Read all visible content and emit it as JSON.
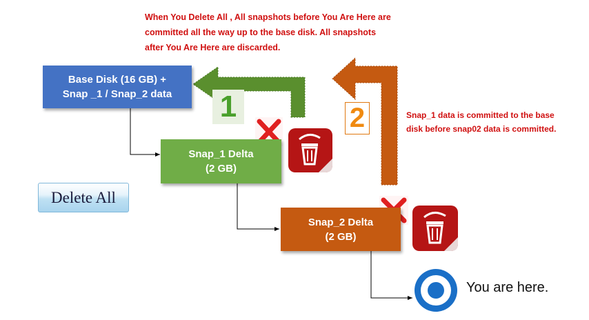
{
  "notes": {
    "top_line1": "When You Delete All , All snapshots before You Are Here are",
    "top_line2": "committed all the way up to the base disk. All snapshots",
    "top_line3": "after You Are Here are discarded.",
    "right_line1": "Snap_1 data is committed to the base",
    "right_line2": "disk before snap02 data is committed."
  },
  "nodes": {
    "base": "Base Disk (16 GB) +\nSnap _1 / Snap_2 data",
    "snap1": "Snap_1 Delta\n(2 GB)",
    "snap2": "Snap_2 Delta\n(2 GB)"
  },
  "steps": {
    "one": "1",
    "two": "2"
  },
  "button": {
    "delete_all": "Delete All"
  },
  "marker": {
    "label": "You are here."
  },
  "colors": {
    "base": "#4472c4",
    "snap1": "#70ad47",
    "snap2": "#c55a11",
    "note_red": "#d01010",
    "arrow_green": "#5a8f2e",
    "arrow_orange": "#c55a11",
    "marker_blue": "#1a6fc7"
  },
  "icons": [
    "red-x-icon",
    "recycle-bin-icon",
    "target-marker-icon"
  ]
}
